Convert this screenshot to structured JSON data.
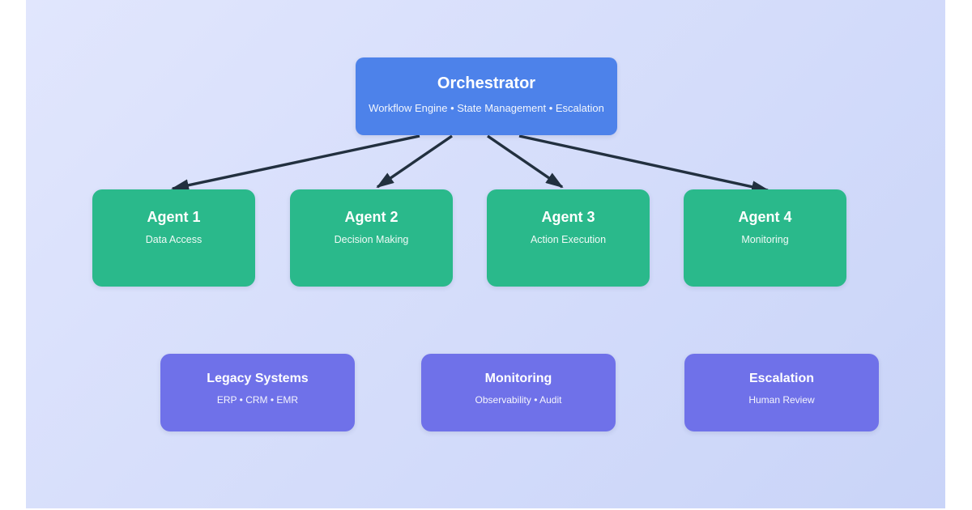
{
  "orchestrator": {
    "title": "Orchestrator",
    "subtitle": "Workflow Engine • State Management • Escalation"
  },
  "agents": [
    {
      "title": "Agent 1",
      "subtitle": "Data Access"
    },
    {
      "title": "Agent 2",
      "subtitle": "Decision Making"
    },
    {
      "title": "Agent 3",
      "subtitle": "Action Execution"
    },
    {
      "title": "Agent 4",
      "subtitle": "Monitoring"
    }
  ],
  "integrations": [
    {
      "title": "Legacy Systems",
      "subtitle": "ERP • CRM • EMR"
    },
    {
      "title": "Monitoring",
      "subtitle": "Observability • Audit"
    },
    {
      "title": "Escalation",
      "subtitle": "Human Review"
    }
  ],
  "colors": {
    "orchestrator_bg": "#4d82ea",
    "agent_bg": "#2ab98b",
    "integration_bg": "#6f71e9",
    "arrow": "#22303f",
    "background_start": "#e1e6fd",
    "background_end": "#c9d4f8",
    "frame": "#ffffff",
    "text": "#ffffff"
  }
}
